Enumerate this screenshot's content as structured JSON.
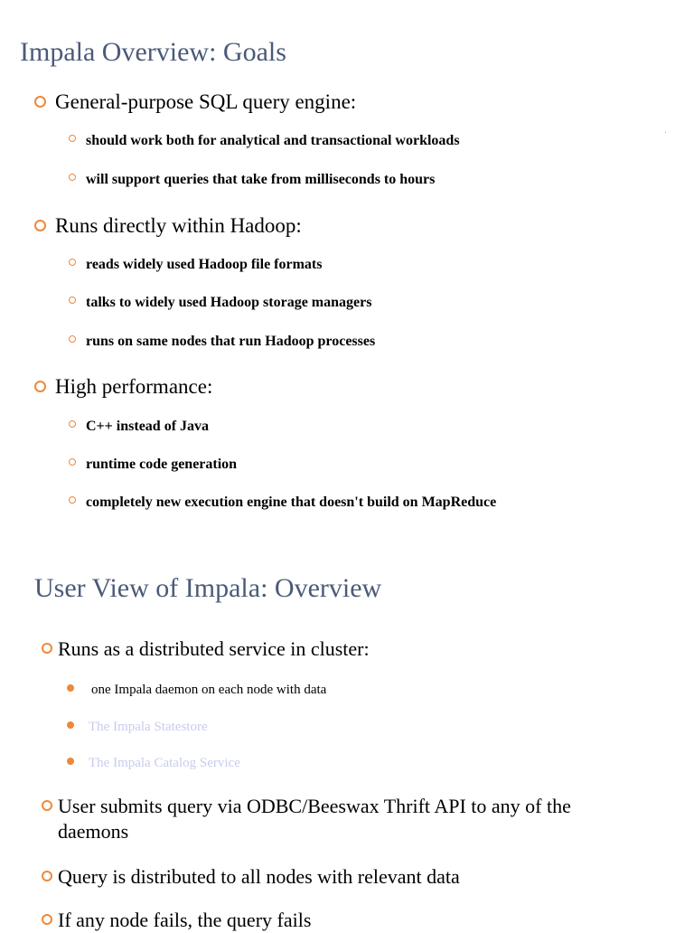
{
  "colors": {
    "accent": "#f08838",
    "title": "#4a5a78",
    "faded_text": "#c8cbee"
  },
  "slide1": {
    "title": "Impala Overview: Goals",
    "groups": [
      {
        "label": "General-purpose SQL query engine:",
        "items": [
          "should work both for analytical and transactional workloads",
          "will support queries that take from milliseconds to hours"
        ]
      },
      {
        "label": "Runs directly within Hadoop:",
        "items": [
          "reads widely used Hadoop file formats",
          "talks to widely used Hadoop storage managers",
          "runs on same nodes that run Hadoop processes"
        ]
      },
      {
        "label": "High performance:",
        "items": [
          "C++ instead of Java",
          "runtime code generation",
          "completely new execution engine that doesn't build on MapReduce"
        ]
      }
    ]
  },
  "slide2": {
    "title": "User View of Impala: Overview",
    "bullets": [
      "Runs as a distributed service in cluster:",
      "User submits query via ODBC/Beeswax Thrift API to any of the daemons",
      "Query is distributed to all nodes with relevant data",
      "If any node fails, the query fails"
    ],
    "sub_items": [
      "one Impala daemon on each node with data",
      "The Impala Statestore",
      "The Impala Catalog Service"
    ]
  }
}
